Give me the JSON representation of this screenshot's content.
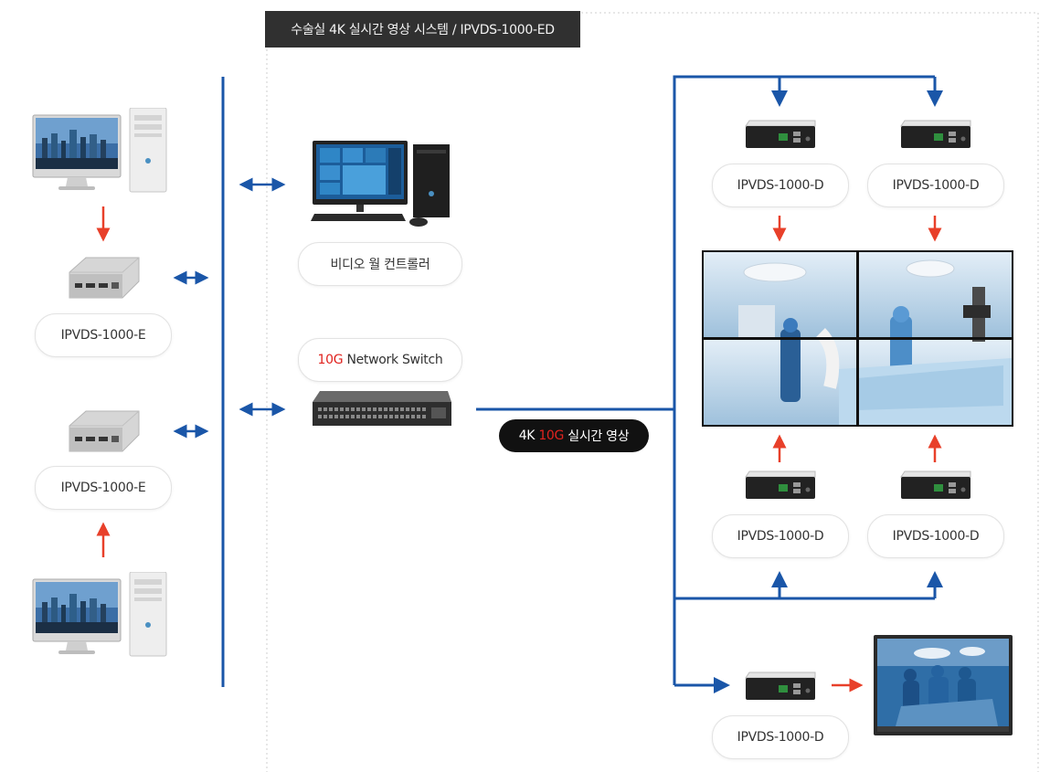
{
  "title": "수술실 4K 실시간 영상 시스템 / IPVDS-1000-ED",
  "labels": {
    "controller": "비디오 월 컨트롤러",
    "switch_prefix": "10G",
    "switch_rest": " Network Switch",
    "encoder_top": "IPVDS-1000-E",
    "encoder_bottom": "IPVDS-1000-E",
    "decoder_top_left": "IPVDS-1000-D",
    "decoder_top_right": "IPVDS-1000-D",
    "decoder_mid_left": "IPVDS-1000-D",
    "decoder_mid_right": "IPVDS-1000-D",
    "decoder_bottom": "IPVDS-1000-D",
    "stream_prefix": "4K ",
    "stream_highlight": "10G",
    "stream_rest": " 실시간 영상"
  },
  "colors": {
    "line_blue": "#1a56a8",
    "arrow_red": "#e8402a",
    "highlight_red": "#e0231f",
    "title_bg": "#303030"
  }
}
